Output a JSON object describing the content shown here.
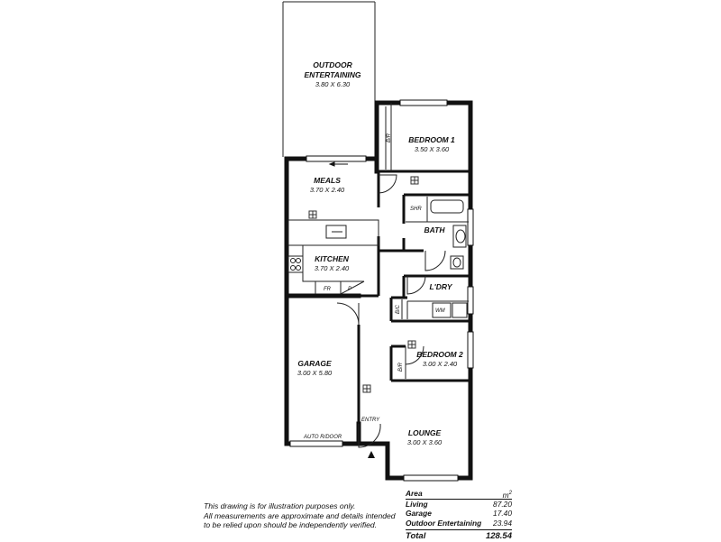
{
  "rooms": {
    "outdoor": {
      "name_1": "OUTDOOR",
      "name_2": "ENTERTAINING",
      "dims": "3.80 X 6.30"
    },
    "bedroom1": {
      "name": "BEDROOM 1",
      "dims": "3.50 X 3.60"
    },
    "meals": {
      "name": "MEALS",
      "dims": "3.70 X 2.40"
    },
    "kitchen": {
      "name": "KITCHEN",
      "dims": "3.70 X 2.40"
    },
    "bath": {
      "name": "BATH"
    },
    "laundry": {
      "name": "L'DRY"
    },
    "bedroom2": {
      "name": "BEDROOM 2",
      "dims": "3.00 X 2.40"
    },
    "garage": {
      "name": "GARAGE",
      "dims": "3.00 X 5.80"
    },
    "lounge": {
      "name": "LOUNGE",
      "dims": "3.00 X 3.60"
    }
  },
  "tags": {
    "robe1": "B/R",
    "robe2": "B/R",
    "shower": "SHR",
    "fridge": "FR",
    "pantry": "P",
    "broom_cupboard": "B/C",
    "washing_machine": "WM",
    "entry": "ENTRY",
    "garage_door": "AUTO R/DOOR"
  },
  "disclaimer": [
    "This drawing is for illustration purposes only.",
    "All measurements are approximate and details intended",
    "to be relied upon should be independently verified."
  ],
  "area_table": {
    "header_label": "Area",
    "header_unit": "m",
    "header_unit_sup": "2",
    "rows": [
      {
        "label": "Living",
        "value": "87.20"
      },
      {
        "label": "Garage",
        "value": "17.40"
      },
      {
        "label": "Outdoor Entertaining",
        "value": "23.94"
      }
    ],
    "total_label": "Total",
    "total_value": "128.54"
  }
}
